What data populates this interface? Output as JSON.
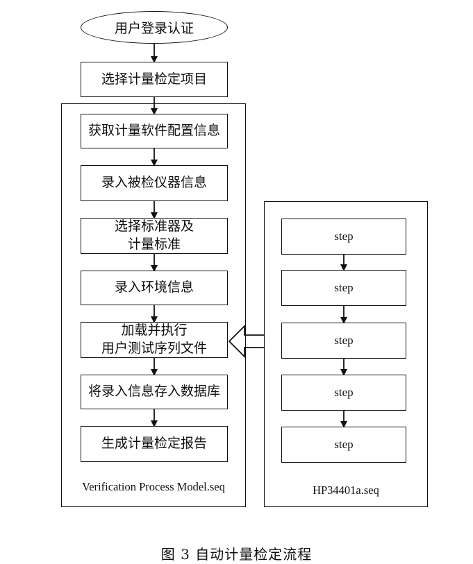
{
  "diagram": {
    "start": "用户登录认证",
    "select_item": "选择计量检定项目",
    "process_model": {
      "label": "Verification Process Model.seq",
      "steps": [
        "获取计量软件配置信息",
        "录入被检仪器信息",
        "选择标准器及\n计量标准",
        "录入环境信息",
        "加载并执行\n用户测试序列文件",
        "将录入信息存入数据库",
        "生成计量检定报告"
      ]
    },
    "sequence_file": {
      "label": "HP34401a.seq",
      "steps": [
        "step",
        "step",
        "step",
        "step",
        "step"
      ]
    },
    "caption": "图 3 自动计量检定流程"
  }
}
